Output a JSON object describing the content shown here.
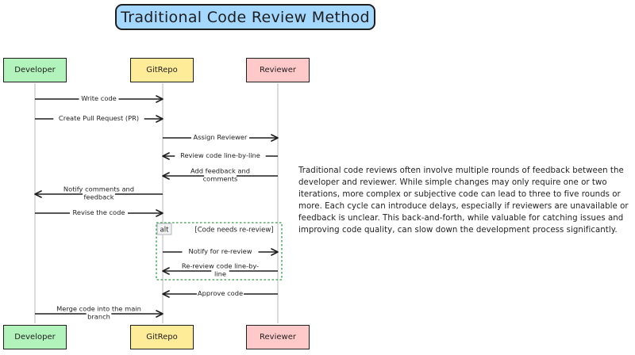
{
  "title": "Traditional Code Review Method",
  "participants": {
    "developer": "Developer",
    "gitrepo": "GitRepo",
    "reviewer": "Reviewer"
  },
  "messages": [
    {
      "from": "developer",
      "to": "gitrepo",
      "lines": [
        "Write code"
      ],
      "style": "solid"
    },
    {
      "from": "developer",
      "to": "gitrepo",
      "lines": [
        "Create Pull Request (PR)"
      ],
      "style": "solid"
    },
    {
      "from": "gitrepo",
      "to": "reviewer",
      "lines": [
        "Assign Reviewer"
      ],
      "style": "solid"
    },
    {
      "from": "reviewer",
      "to": "gitrepo",
      "lines": [
        "Review code line-by-line"
      ],
      "style": "solid"
    },
    {
      "from": "reviewer",
      "to": "gitrepo",
      "lines": [
        "Add feedback and",
        "comments"
      ],
      "style": "solid"
    },
    {
      "from": "gitrepo",
      "to": "developer",
      "lines": [
        "Notify comments and",
        "feedback"
      ],
      "style": "solid"
    },
    {
      "from": "developer",
      "to": "gitrepo",
      "lines": [
        "Revise the code"
      ],
      "style": "solid"
    },
    {
      "from": "gitrepo",
      "to": "reviewer",
      "lines": [
        "Notify for re-review"
      ],
      "style": "solid"
    },
    {
      "from": "reviewer",
      "to": "gitrepo",
      "lines": [
        "Re-review code line-by-",
        "line"
      ],
      "style": "solid"
    },
    {
      "from": "reviewer",
      "to": "gitrepo",
      "lines": [
        "Approve code"
      ],
      "style": "solid"
    },
    {
      "from": "developer",
      "to": "gitrepo",
      "lines": [
        "Merge code into the main",
        "branch"
      ],
      "style": "solid"
    }
  ],
  "alt_fragment": {
    "tag": "alt",
    "condition": "[Code needs re-review]",
    "border_color": "#2f9e44"
  },
  "description": "Traditional code reviews often involve multiple rounds of feedback between the developer and reviewer. While simple changes may only require one or two iterations, more complex or subjective code can lead to three to five rounds or more. Each cycle can introduce delays, especially if reviewers are unavailable or feedback is unclear. This back-and-forth, while valuable for catching issues and improving code quality, can slow down the development process significantly.",
  "colors": {
    "title_fill": "#a5d8ff",
    "developer_fill": "#b2f2bb",
    "gitrepo_fill": "#ffec99",
    "reviewer_fill": "#ffc9c9",
    "stroke": "#1e1e1e"
  }
}
